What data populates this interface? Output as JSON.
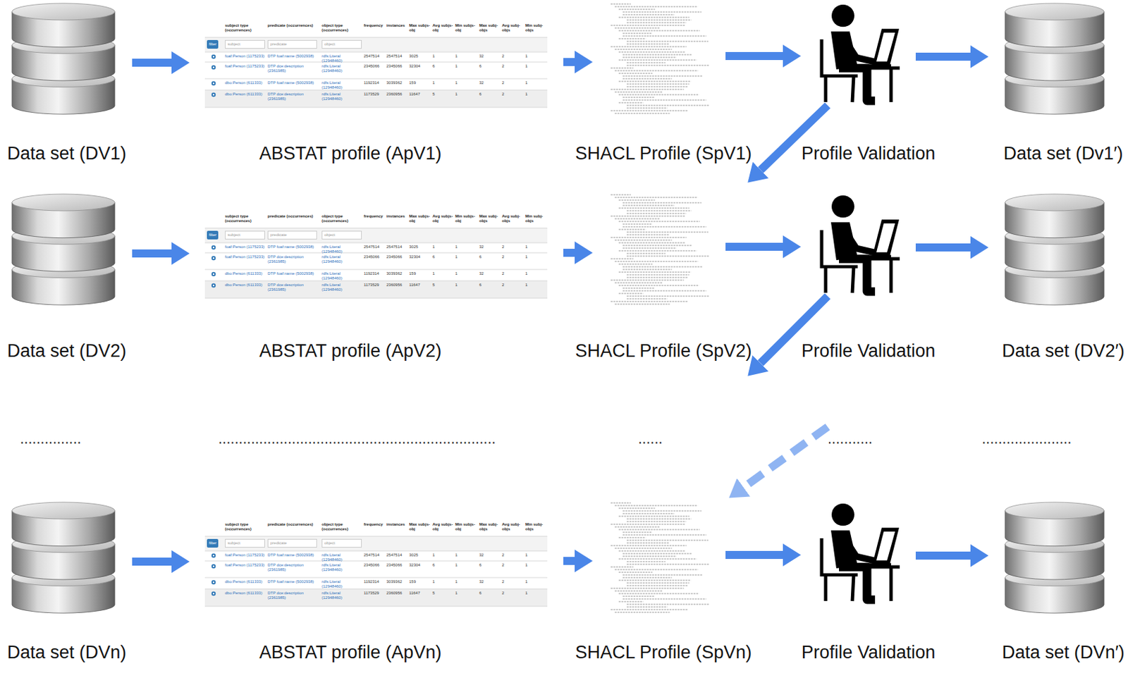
{
  "diagram": {
    "nodes": [
      {
        "text": [
          "Data set (DV1)"
        ]
      },
      {
        "text": [
          "ABSTAT profile (ApV1)"
        ]
      },
      {
        "text": [
          "SHACL Profile (SpV1)"
        ]
      },
      {
        "text": [
          "Profile Validation"
        ]
      },
      {
        "text": [
          "Data set (Dv1′)"
        ]
      },
      {
        "text": [
          "Data set (DV2)"
        ]
      },
      {
        "text": [
          "ABSTAT profile (ApV2)"
        ]
      },
      {
        "text": [
          "SHACL Profile (SpV2)"
        ]
      },
      {
        "text": [
          "Profile Validation"
        ]
      },
      {
        "text": [
          "Data set (DV2′)"
        ]
      },
      {
        "text": [
          "Data set (DVn)"
        ]
      },
      {
        "text": [
          "ABSTAT profile (ApVn)"
        ]
      },
      {
        "text": [
          "SHACL Profile (SpVn)"
        ]
      },
      {
        "text": [
          "Profile Validation"
        ]
      },
      {
        "text": [
          "Data set (DVn′)"
        ]
      }
    ],
    "edges": [
      {
        "from": 0,
        "to": 1,
        "arrow": "to"
      },
      {
        "from": 1,
        "to": 2,
        "arrow": "to"
      },
      {
        "from": 2,
        "to": 3,
        "arrow": "to"
      },
      {
        "from": 3,
        "to": 4,
        "arrow": "to"
      },
      {
        "from": 3,
        "to": 7,
        "arrow": "to"
      },
      {
        "from": 5,
        "to": 6,
        "arrow": "to"
      },
      {
        "from": 6,
        "to": 7,
        "arrow": "to"
      },
      {
        "from": 7,
        "to": 8,
        "arrow": "to"
      },
      {
        "from": 8,
        "to": 9,
        "arrow": "to"
      },
      {
        "from": 8,
        "to": 12,
        "arrow": "to"
      },
      {
        "from": 10,
        "to": 11,
        "arrow": "to"
      },
      {
        "from": 11,
        "to": 12,
        "arrow": "to"
      },
      {
        "from": 12,
        "to": 13,
        "arrow": "to"
      },
      {
        "from": 13,
        "to": 14,
        "arrow": "to"
      }
    ],
    "labels": [
      "subject type (occurrences)",
      "predicate (occurrences)",
      "object type (occurrences)",
      "frequency",
      "instances",
      "Max subjs-obj",
      "Avg subjs-obj",
      "Min subjs-obj",
      "Max subj-objs",
      "Avg subj-objs",
      "Min subj-objs",
      "filter",
      "subject",
      "predicate",
      "object",
      "foaf:Person (1175233)",
      "DTP foaf:name (5002938)",
      "rdfs:Literal (12948460)",
      "2547514",
      "2547514",
      "3025",
      "1",
      "1",
      "32",
      "2",
      "1",
      "foaf:Person (1175233)",
      "DTP dce:description (2361985)",
      "rdfs:Literal (12948460)",
      "2345066",
      "2345066",
      "32304",
      "6",
      "1",
      "6",
      "2",
      "1",
      "dbo:Person (611333)",
      "DTP foaf:name (5002938)",
      "rdfs:Literal (12948460)",
      "1192314",
      "3039362",
      "159",
      "1",
      "1",
      "32",
      "2",
      "1",
      "dbo:Person (611333)",
      "DTP dce:description (2361985)",
      "rdfs:Literal (12948460)",
      "1173529",
      "2360956",
      "11647",
      "5",
      "1",
      "6",
      "2",
      "1",
      "subject type (occurrences)",
      "predicate (occurrences)",
      "object type (occurrences)",
      "frequency",
      "instances",
      "Max subjs-obj",
      "Avg subjs-obj",
      "Min subjs-obj",
      "Max subj-objs",
      "Avg subj-objs",
      "Min subj-objs",
      "filter",
      "subject",
      "predicate",
      "object",
      "foaf:Person (1175233)",
      "DTP foaf:name (5002938)",
      "rdfs:Literal (12948460)",
      "2547514",
      "2547514",
      "3025",
      "1",
      "1",
      "32",
      "2",
      "1",
      "foaf:Person (1175233)",
      "DTP dce:description (2361985)",
      "rdfs:Literal (12948460)",
      "2345066",
      "2345066",
      "32304",
      "6",
      "1",
      "6",
      "2",
      "1",
      "dbo:Person (611333)",
      "DTP foaf:name (5002938)",
      "rdfs:Literal (12948460)",
      "1192314",
      "3039362",
      "159",
      "1",
      "1",
      "32",
      "2",
      "1",
      "dbo:Person (611333)",
      "DTP dce:description (2361985)",
      "rdfs:Literal (12948460)",
      "1173529",
      "2360956",
      "11647",
      "5",
      "1",
      "6",
      "2",
      "1",
      "subject type (occurrences)",
      "predicate (occurrences)",
      "object type (occurrences)",
      "frequency",
      "instances",
      "Max subjs-obj",
      "Avg subjs-obj",
      "Min subjs-obj",
      "Max subj-objs",
      "Avg subj-objs",
      "Min subj-objs",
      "filter",
      "subject",
      "predicate",
      "object",
      "foaf:Person (1175233)",
      "DTP foaf:name (5002938)",
      "rdfs:Literal (12948460)",
      "2547514",
      "2547514",
      "3025",
      "1",
      "1",
      "32",
      "2",
      "1",
      "foaf:Person (1175233)",
      "DTP dce:description (2361985)",
      "rdfs:Literal (12948460)",
      "2345066",
      "2345066",
      "32304",
      "6",
      "1",
      "6",
      "2",
      "1",
      "dbo:Person (611333)",
      "DTP foaf:name (5002938)",
      "rdfs:Literal (12948460)",
      "1192314",
      "3039362",
      "159",
      "1",
      "1",
      "32",
      "2",
      "1",
      "dbo:Person (611333)",
      "DTP dce:description (2361985)",
      "rdfs:Literal (12948460)",
      "1173529",
      "2360956",
      "11647",
      "5",
      "1",
      "6",
      "2",
      "1",
      "...............",
      "....................................................................",
      "......",
      "...........",
      "......................"
    ]
  }
}
